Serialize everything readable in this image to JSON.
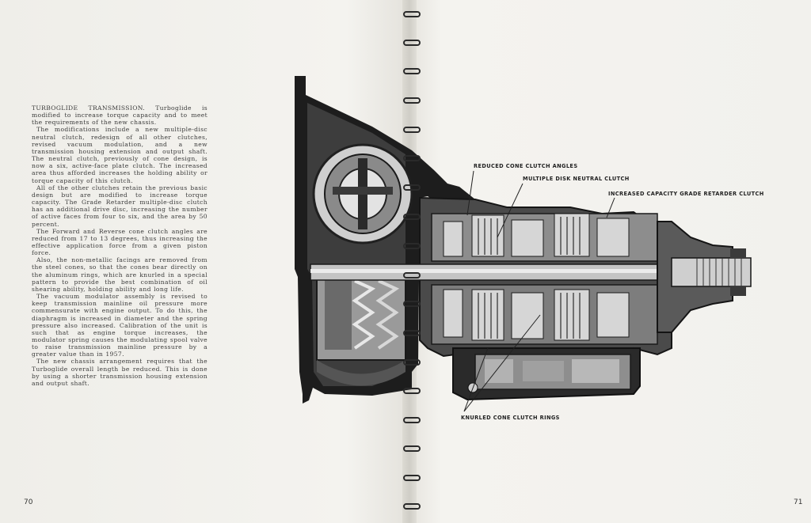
{
  "left_page": {
    "paragraphs": [
      "TURBOGLIDE TRANSMISSION. Turboglide is modified to increase torque capacity and to meet the requirements of the new chassis.",
      "The modifications include a new multiple-disc neutral clutch, redesign of all other clutches, revised vacuum modulation, and a new transmission housing extension and output shaft. The neutral clutch, previously of cone design, is now a six, active-face plate clutch. The increased area thus afforded increases the holding ability or torque capacity of this clutch.",
      "All of the other clutches retain the previous basic design but are modified to increase torque capacity. The Grade Retarder multiple-disc clutch has an additional drive disc, increasing the number of active faces from four to six, and the area by 50 percent.",
      "The Forward and Reverse cone clutch angles are reduced from 17 to 13 degrees, thus increasing the effective application force from a given piston force.",
      "Also, the non-metallic facings are removed from the steel cones, so that the cones bear directly on the aluminum rings, which are knurled in a special pattern to provide the best combination of oil shearing ability, holding ability and long life.",
      "The vacuum modulator assembly is revised to keep transmission mainline oil pressure more commensurate with engine output. To do this, the diaphragm is increased in diameter and the spring pressure also increased. Calibration of the unit is such that as engine torque increases, the modulator spring causes the modulating spool valve to raise transmission mainline pressure by a greater value than in 1957.",
      "The new chassis arrangement requires that the Turboglide overall length be reduced. This is done by using a shorter transmission housing extension and output shaft."
    ],
    "page_number": "70"
  },
  "right_page": {
    "page_number": "71",
    "callouts": {
      "reduced_cone": "REDUCED CONE CLUTCH ANGLES",
      "multiple_disk": "MULTIPLE DISK NEUTRAL CLUTCH",
      "grade_retarder": "INCREASED CAPACITY GRADE RETARDER CLUTCH",
      "knurled": "KNURLED CONE CLUTCH RINGS"
    }
  },
  "colors": {
    "paper": "#f3f2ee",
    "ink": "#3a3a3a",
    "metal_dark": "#1c1c1c",
    "metal_mid": "#6f6f6f",
    "metal_light": "#b8b8b8"
  },
  "icons": [
    "spiral-binding-ring",
    "transmission-cutaway-illustration"
  ]
}
